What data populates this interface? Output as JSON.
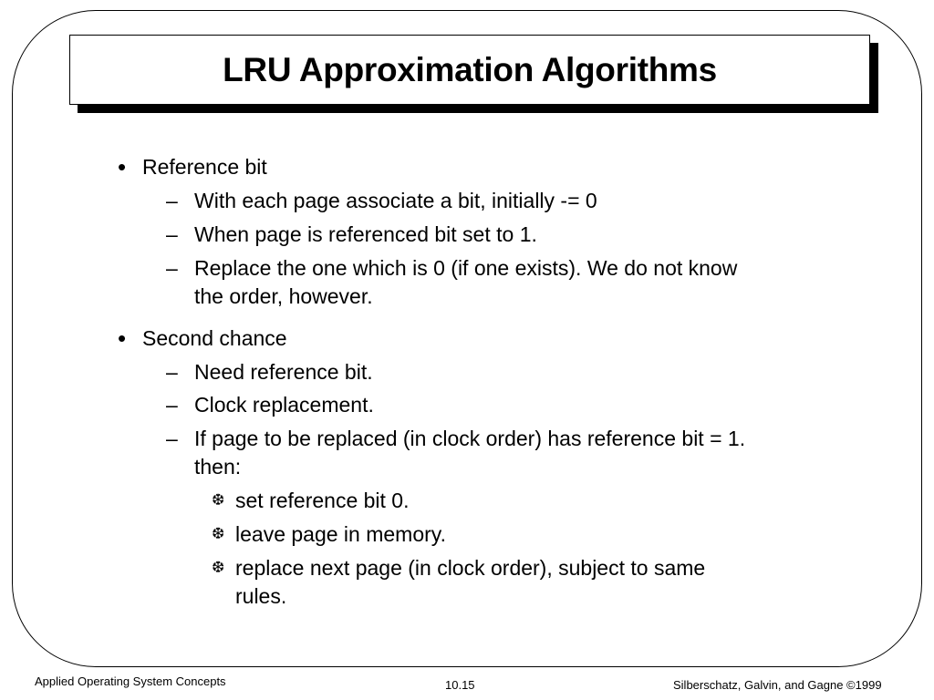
{
  "slide": {
    "title": "LRU Approximation Algorithms",
    "bullets": [
      {
        "text": "Reference bit",
        "sub": [
          {
            "text": "With each page associate a bit, initially -= 0"
          },
          {
            "text": "When page is referenced bit set to 1."
          },
          {
            "text_line1": "Replace the one which is 0 (if one exists).  We do not know",
            "text_line2": "the order, however."
          }
        ]
      },
      {
        "text": "Second chance",
        "sub": [
          {
            "text": "Need reference bit."
          },
          {
            "text": "Clock replacement."
          },
          {
            "text_line1": "If page to be replaced (in clock order) has reference bit = 1.",
            "text_line2": "then:",
            "subsub": [
              {
                "text": "set reference bit 0."
              },
              {
                "text": "leave page in memory."
              },
              {
                "text_line1": "replace next page (in clock order), subject to same",
                "text_line2": "rules."
              }
            ]
          }
        ]
      }
    ]
  },
  "glyphs": {
    "bullet": "•",
    "dash": "–",
    "flake": "❆"
  },
  "footer": {
    "left": "Applied Operating System Concepts",
    "center": "10.15",
    "right": "Silberschatz, Galvin, and Gagne ©1999"
  }
}
